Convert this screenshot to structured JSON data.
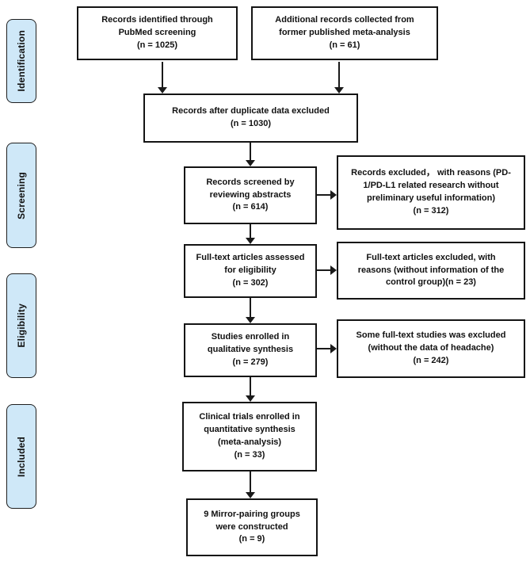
{
  "diagram": {
    "type": "prisma-flowchart",
    "colors": {
      "stage_fill": "#cfe8f8",
      "stage_border": "#1f1f1f",
      "box_border": "#141414",
      "box_fill": "#ffffff",
      "arrow": "#1a1a1a",
      "background": "#ffffff"
    },
    "stages": [
      {
        "label": "Identification"
      },
      {
        "label": "Screening"
      },
      {
        "label": "Eligibility"
      },
      {
        "label": "Included"
      }
    ],
    "boxes": {
      "pubmed": {
        "text": "Records identified through\nPubMed screening\n(n = 1025)",
        "n": 1025
      },
      "additional": {
        "text": "Additional records collected from\nformer published meta-analysis\n(n = 61)",
        "n": 61
      },
      "dedup": {
        "text": "Records after duplicate data excluded\n(n = 1030)",
        "n": 1030
      },
      "screened": {
        "text": "Records screened by\nreviewing abstracts\n(n = 614)",
        "n": 614
      },
      "excluded_screening": {
        "text": "Records excluded， with reasons (PD-\n1/PD-L1 related research without\npreliminary useful information)\n(n = 312)",
        "n": 312
      },
      "fulltext": {
        "text": "Full-text articles assessed\nfor eligibility\n(n = 302)",
        "n": 302
      },
      "excluded_fulltext": {
        "text": "Full-text articles excluded, with\nreasons (without information of the\ncontrol group)(n = 23)",
        "n": 23
      },
      "qualitative": {
        "text": "Studies enrolled in\nqualitative synthesis\n(n = 279)",
        "n": 279
      },
      "excluded_headache": {
        "text": "Some full-text studies was excluded\n(without the data of headache)\n(n = 242)",
        "n": 242
      },
      "quantitative": {
        "text": "Clinical trials enrolled in\nquantitative synthesis\n(meta-analysis)\n(n = 33)",
        "n": 33
      },
      "mirror": {
        "text": "9 Mirror-pairing groups\nwere constructed\n(n = 9)",
        "n": 9
      }
    }
  }
}
